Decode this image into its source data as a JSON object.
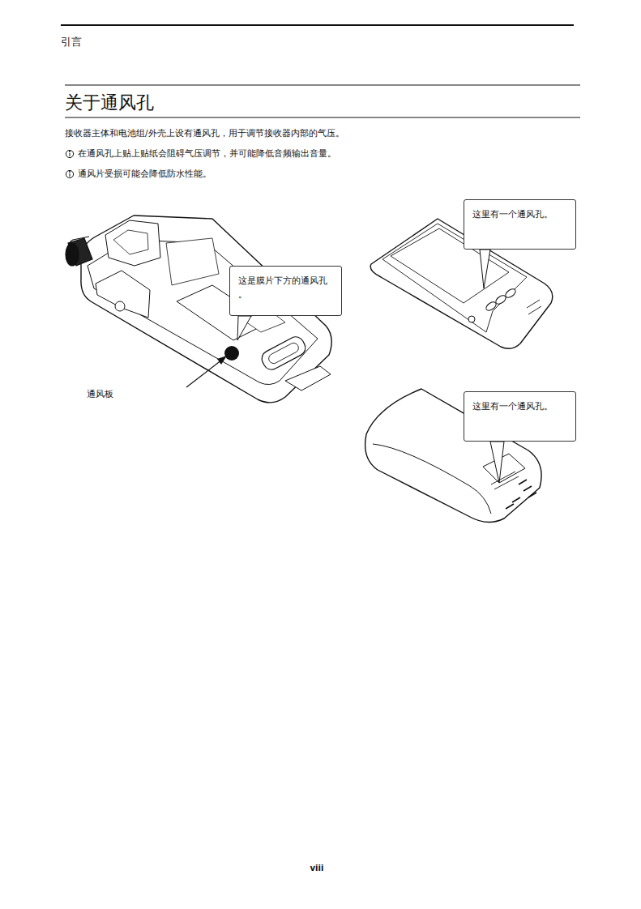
{
  "diagram": {
    "title": "关于通风孔",
    "nodes": [
      {
        "text": [
          "这是膜片下方的通风孔 。"
        ]
      },
      {
        "text": [
          "这里有一个通风孔。"
        ]
      },
      {
        "text": [
          "这里有一个通风孔。"
        ]
      }
    ],
    "labels": [
      "引言",
      "接收器主体和电池组/外壳上设有通风孔，用于调节接收器内部的气压。",
      "在通风孔上贴上贴纸会阻碍气压调节，并可能降低音频输出音量。",
      "通风片受损可能会降低防水性能。",
      "通风板",
      "viii"
    ]
  }
}
